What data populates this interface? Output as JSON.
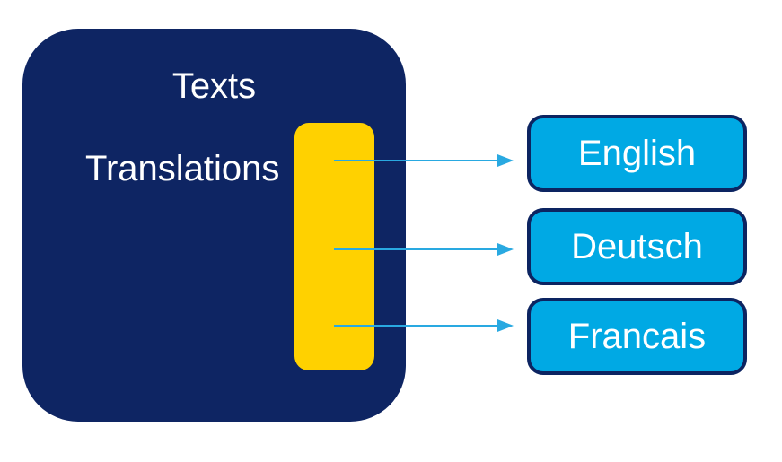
{
  "colors": {
    "background": "#FFFFFF",
    "navy": "#0E2563",
    "yellow": "#FFD100",
    "sky-blue": "#00A9E4",
    "node-border": "#0C2461",
    "arrow-blue": "#29A9E1",
    "text-white": "#FFFFFF"
  },
  "source": {
    "title": "Texts",
    "subtitle": "Translations"
  },
  "languages": [
    {
      "label": "English"
    },
    {
      "label": "Deutsch"
    },
    {
      "label": "Francais"
    }
  ]
}
